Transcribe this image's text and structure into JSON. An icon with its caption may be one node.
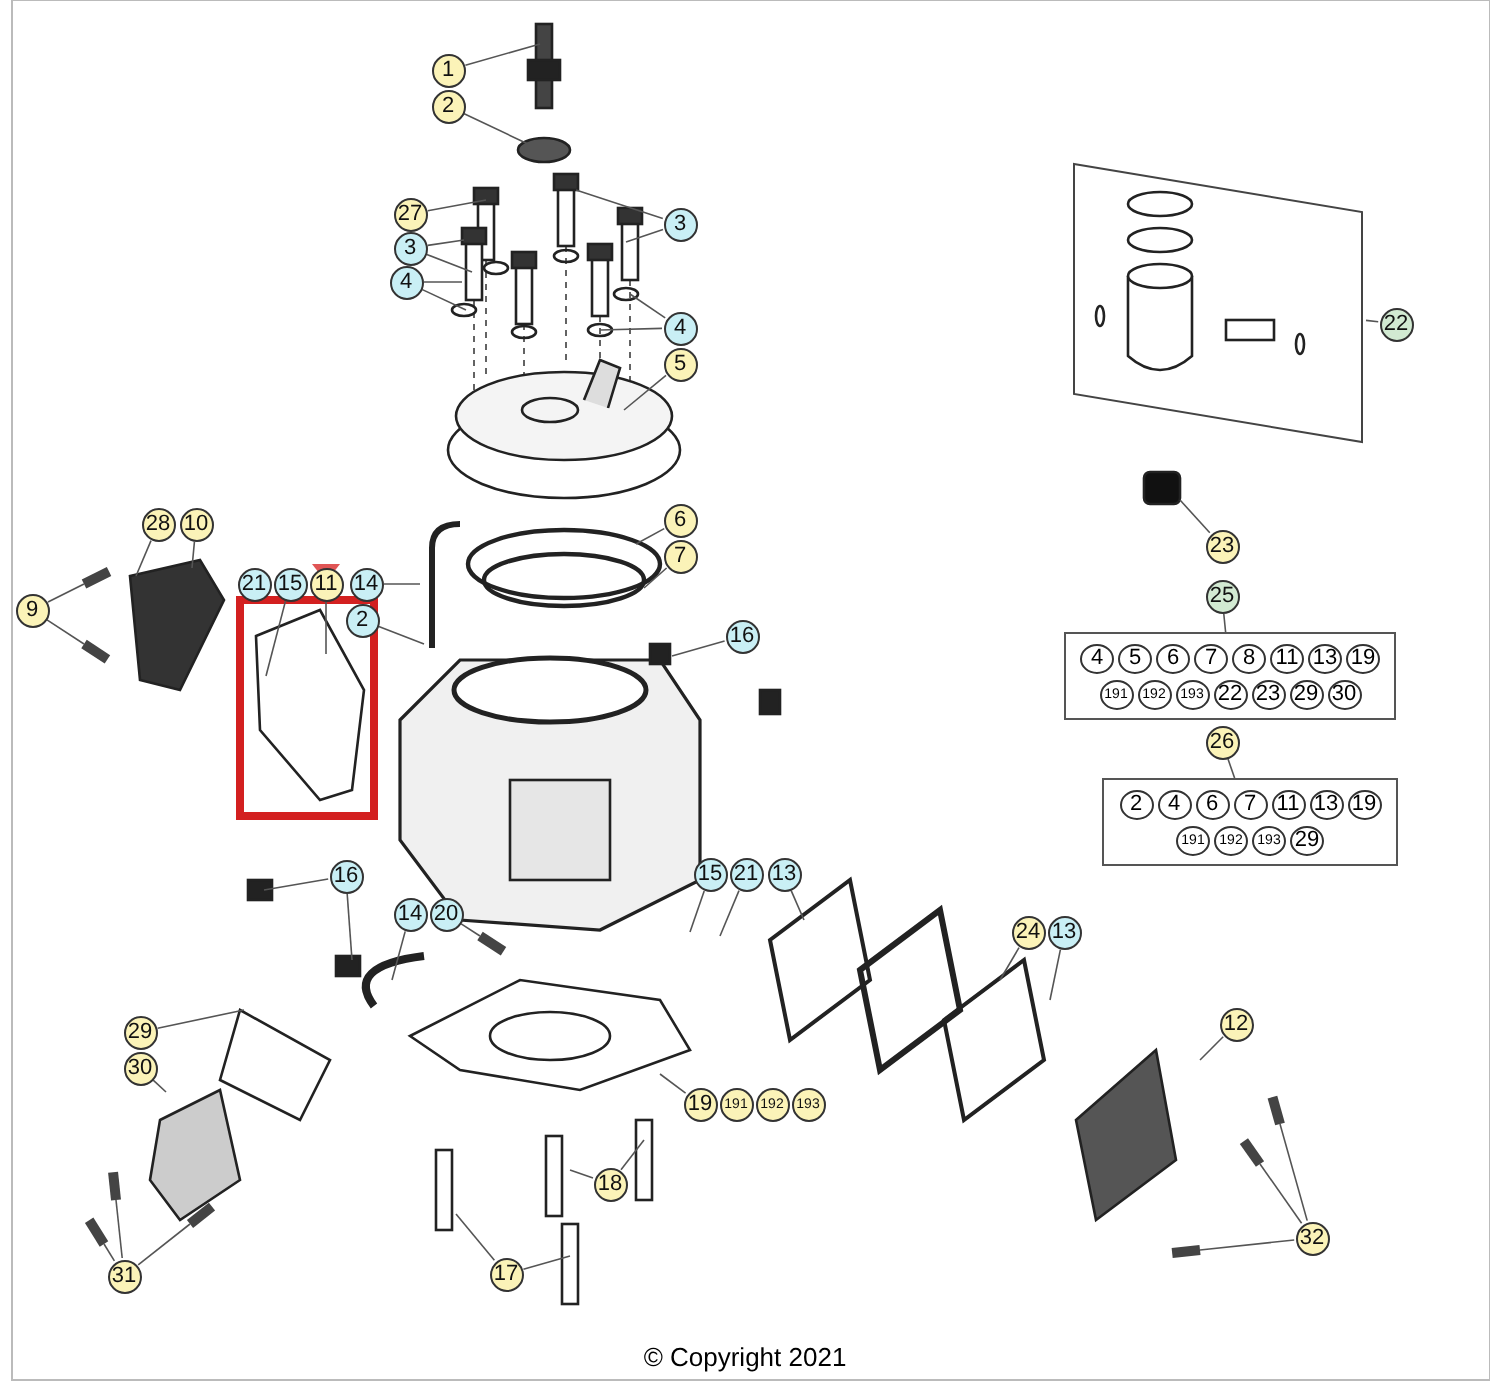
{
  "diagram": {
    "nodes": [
      {
        "text": [
          "1"
        ]
      },
      {
        "text": [
          "2"
        ]
      },
      {
        "text": [
          "27"
        ]
      },
      {
        "text": [
          "3"
        ]
      },
      {
        "text": [
          "4"
        ]
      },
      {
        "text": [
          "3"
        ]
      },
      {
        "text": [
          "4"
        ]
      },
      {
        "text": [
          "5"
        ]
      },
      {
        "text": [
          "6"
        ]
      },
      {
        "text": [
          "7"
        ]
      },
      {
        "text": [
          "16"
        ]
      },
      {
        "text": [
          "28"
        ]
      },
      {
        "text": [
          "10"
        ]
      },
      {
        "text": [
          "9"
        ]
      },
      {
        "text": [
          "21"
        ]
      },
      {
        "text": [
          "15"
        ]
      },
      {
        "text": [
          "11"
        ]
      },
      {
        "text": [
          "14"
        ]
      },
      {
        "text": [
          "2"
        ]
      },
      {
        "text": [
          "22"
        ]
      },
      {
        "text": [],
        "shape": "box"
      },
      {
        "text": [
          "23"
        ]
      },
      {
        "text": [
          "25"
        ]
      },
      {
        "text": [
          "4",
          "5",
          "6",
          "7",
          "8",
          "11",
          "13",
          "19",
          "191",
          "192",
          "193",
          "22",
          "23",
          "29",
          "30"
        ]
      },
      {
        "text": [
          "26"
        ]
      },
      {
        "text": [
          "2",
          "4",
          "6",
          "7",
          "11",
          "13",
          "19",
          "191",
          "192",
          "193",
          "29"
        ]
      },
      {
        "text": [
          "16"
        ]
      },
      {
        "text": [
          "14"
        ]
      },
      {
        "text": [
          "20"
        ]
      },
      {
        "text": [
          "15"
        ]
      },
      {
        "text": [
          "21"
        ]
      },
      {
        "text": [
          "13"
        ]
      },
      {
        "text": [
          "29"
        ]
      },
      {
        "text": [
          "30"
        ]
      },
      {
        "text": [
          "31"
        ]
      },
      {
        "text": [
          "17"
        ]
      },
      {
        "text": [
          "18"
        ]
      },
      {
        "text": [
          "19"
        ]
      },
      {
        "text": [
          "191"
        ]
      },
      {
        "text": [
          "192"
        ]
      },
      {
        "text": [
          "193"
        ]
      },
      {
        "text": [
          "24"
        ]
      },
      {
        "text": [
          "13"
        ]
      },
      {
        "text": [
          "12"
        ]
      },
      {
        "text": [
          "32"
        ]
      }
    ],
    "edges": [
      {
        "from": 0,
        "to": null,
        "arrow": "none"
      },
      {
        "from": 1,
        "to": null,
        "arrow": "none"
      },
      {
        "from": 2,
        "to": null,
        "arrow": "none"
      },
      {
        "from": 3,
        "to": null,
        "arrow": "none"
      },
      {
        "from": 3,
        "to": null,
        "arrow": "none"
      },
      {
        "from": 4,
        "to": null,
        "arrow": "none"
      },
      {
        "from": 4,
        "to": null,
        "arrow": "none"
      },
      {
        "from": 5,
        "to": null,
        "arrow": "none"
      },
      {
        "from": 5,
        "to": null,
        "arrow": "none"
      },
      {
        "from": 6,
        "to": null,
        "arrow": "none"
      },
      {
        "from": 6,
        "to": null,
        "arrow": "none"
      },
      {
        "from": 7,
        "to": null,
        "arrow": "none"
      },
      {
        "from": 8,
        "to": null,
        "arrow": "none"
      },
      {
        "from": 9,
        "to": null,
        "arrow": "none"
      },
      {
        "from": 10,
        "to": null,
        "arrow": "none"
      },
      {
        "from": 11,
        "to": null,
        "arrow": "none"
      },
      {
        "from": 12,
        "to": null,
        "arrow": "none"
      },
      {
        "from": 13,
        "to": null,
        "arrow": "none"
      },
      {
        "from": 13,
        "to": null,
        "arrow": "none"
      },
      {
        "from": 15,
        "to": null,
        "arrow": "none"
      },
      {
        "from": 16,
        "to": null,
        "arrow": "none"
      },
      {
        "from": 17,
        "to": null,
        "arrow": "none"
      },
      {
        "from": 18,
        "to": null,
        "arrow": "none"
      },
      {
        "from": 19,
        "to": 20,
        "arrow": "none"
      },
      {
        "from": 21,
        "to": null,
        "arrow": "none"
      },
      {
        "from": 22,
        "to": 23,
        "arrow": "none"
      },
      {
        "from": 24,
        "to": 25,
        "arrow": "none"
      },
      {
        "from": 26,
        "to": null,
        "arrow": "none"
      },
      {
        "from": 26,
        "to": null,
        "arrow": "none"
      },
      {
        "from": 27,
        "to": null,
        "arrow": "none"
      },
      {
        "from": 28,
        "to": null,
        "arrow": "none"
      },
      {
        "from": 29,
        "to": null,
        "arrow": "none"
      },
      {
        "from": 30,
        "to": null,
        "arrow": "none"
      },
      {
        "from": 31,
        "to": null,
        "arrow": "none"
      },
      {
        "from": 32,
        "to": null,
        "arrow": "none"
      },
      {
        "from": 33,
        "to": null,
        "arrow": "none"
      },
      {
        "from": 34,
        "to": null,
        "arrow": "none"
      },
      {
        "from": 34,
        "to": null,
        "arrow": "none"
      },
      {
        "from": 34,
        "to": null,
        "arrow": "none"
      },
      {
        "from": 35,
        "to": null,
        "arrow": "none"
      },
      {
        "from": 35,
        "to": null,
        "arrow": "none"
      },
      {
        "from": 36,
        "to": null,
        "arrow": "none"
      },
      {
        "from": 36,
        "to": null,
        "arrow": "none"
      },
      {
        "from": 37,
        "to": null,
        "arrow": "none"
      },
      {
        "from": 41,
        "to": null,
        "arrow": "none"
      },
      {
        "from": 42,
        "to": null,
        "arrow": "none"
      },
      {
        "from": 43,
        "to": null,
        "arrow": "none"
      },
      {
        "from": 44,
        "to": null,
        "arrow": "none"
      },
      {
        "from": 44,
        "to": null,
        "arrow": "none"
      },
      {
        "from": 44,
        "to": null,
        "arrow": "none"
      }
    ],
    "labels": [
      "© Copyright 2021"
    ]
  }
}
